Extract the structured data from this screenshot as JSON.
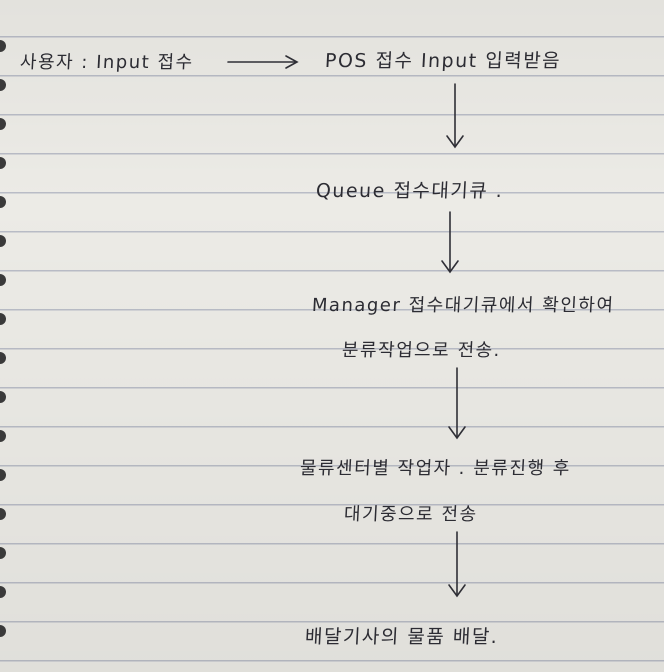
{
  "steps": {
    "user_input": "사용자 : Input 접수",
    "pos": "POS 접수 Input 입력받음",
    "queue": "Queue 접수대기큐 .",
    "manager_line1": "Manager 접수대기큐에서 확인하여",
    "manager_line2": "분류작업으로 전송.",
    "center_line1": "물류센터별 작업자 . 분류진행 후",
    "center_line2": "대기중으로 전송",
    "delivery": "배달기사의 물품 배달."
  }
}
